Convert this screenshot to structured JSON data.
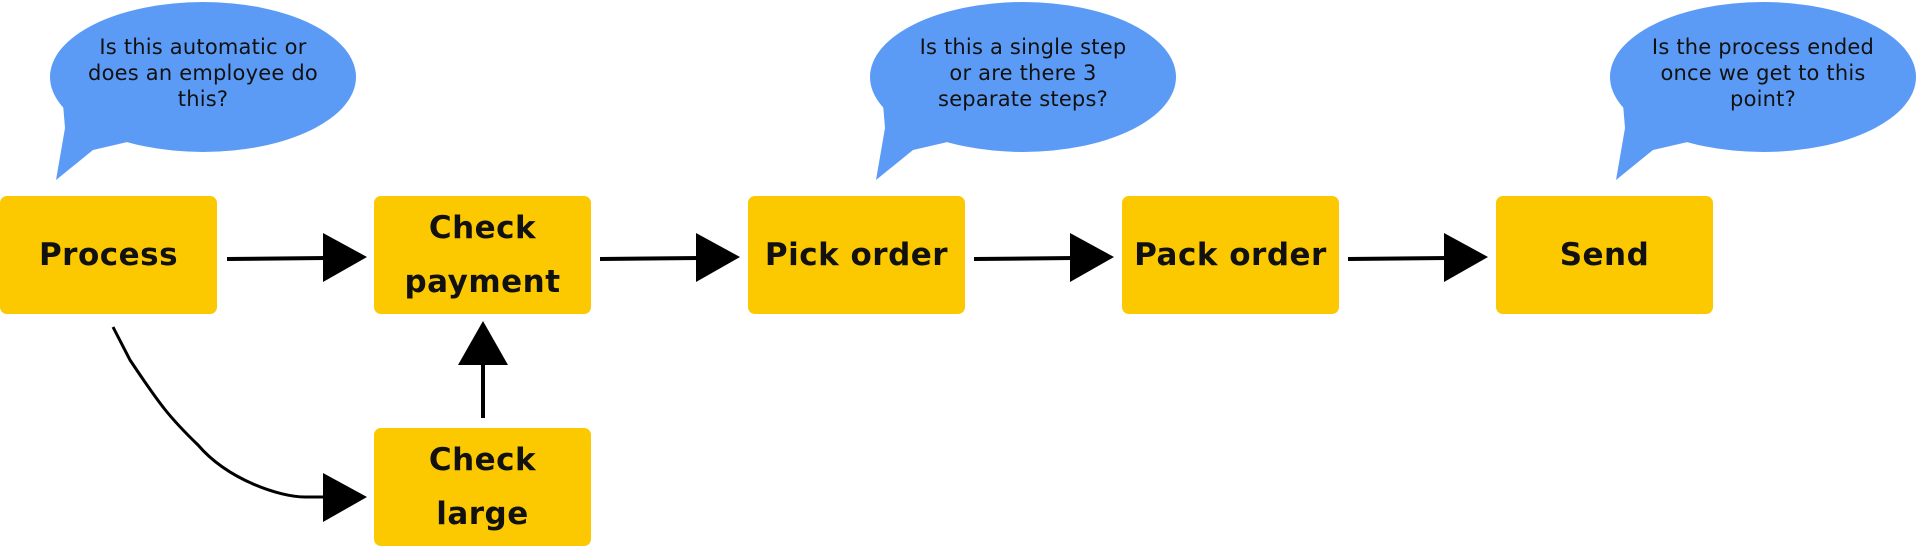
{
  "colors": {
    "box_fill": "#FCC800",
    "bubble_fill": "#5B9BF5",
    "ink": "#111111"
  },
  "steps": [
    {
      "id": "process",
      "label": "Process"
    },
    {
      "id": "check-payment",
      "label": "Check payment"
    },
    {
      "id": "pick-order",
      "label": "Pick order"
    },
    {
      "id": "pack-order",
      "label": "Pack order"
    },
    {
      "id": "send",
      "label": "Send"
    },
    {
      "id": "check-large",
      "label": "Check large"
    }
  ],
  "questions": [
    {
      "id": "q1",
      "text": "Is this automatic or does an employee do this?"
    },
    {
      "id": "q2",
      "text": "Is this a single step or are there 3 separate steps?"
    },
    {
      "id": "q3",
      "text": "Is the process ended once we get to this point?"
    }
  ],
  "connections": [
    {
      "from": "Process",
      "to": "Check payment"
    },
    {
      "from": "Check payment",
      "to": "Pick order"
    },
    {
      "from": "Pick order",
      "to": "Pack order"
    },
    {
      "from": "Pack order",
      "to": "Send"
    },
    {
      "from": "Process",
      "to": "Check large"
    },
    {
      "from": "Check large",
      "to": "Check payment"
    }
  ]
}
